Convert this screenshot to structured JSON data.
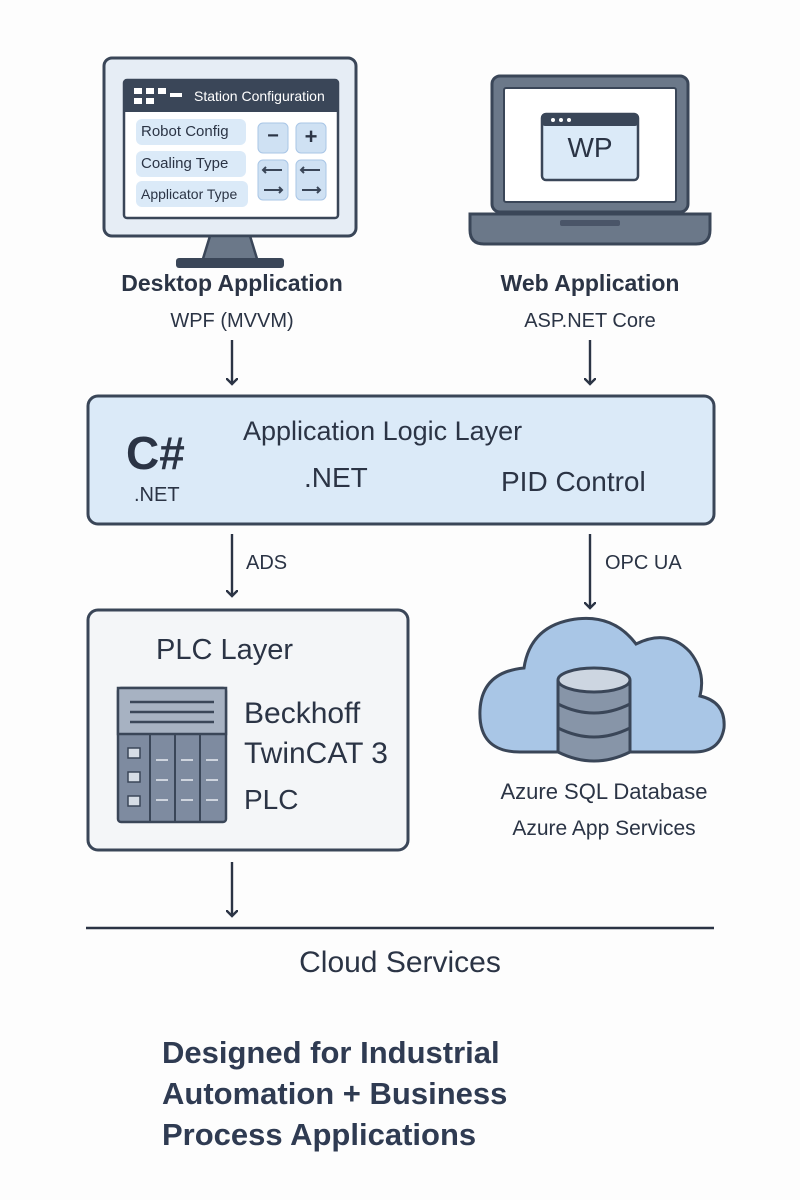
{
  "desktop": {
    "window_title": "Station Configuration",
    "fields": [
      "Robot Config",
      "Coaling Type",
      "Applicator Type"
    ],
    "minus": "−",
    "plus": "+",
    "title": "Desktop Application",
    "subtitle": "WPF (MVVM)"
  },
  "web": {
    "browser_label": "WP",
    "title": "Web Application",
    "subtitle": "ASP.NET Core"
  },
  "logic": {
    "title": "Application Logic Layer",
    "csharp": "C#",
    "csharp_net": ".NET",
    "net": ".NET",
    "pid": "PID Control"
  },
  "arrows": {
    "left_label": "ADS",
    "right_label": "OPC UA"
  },
  "plc": {
    "title": "PLC Layer",
    "line1": "Beckhoff",
    "line2": "TwinCAT 3",
    "line3": "PLC"
  },
  "azure": {
    "line1": "Azure SQL Database",
    "line2": "Azure App Services"
  },
  "cloud_services": "Cloud Services",
  "footer": {
    "line1": "Designed for Industrial",
    "line2": "Automation + Business",
    "line3": "Process Applications"
  },
  "colors": {
    "stroke": "#3a4658",
    "light_blue": "#dbeaf8",
    "mid_blue": "#a9c6e6",
    "box_gray": "#f4f6f8"
  }
}
